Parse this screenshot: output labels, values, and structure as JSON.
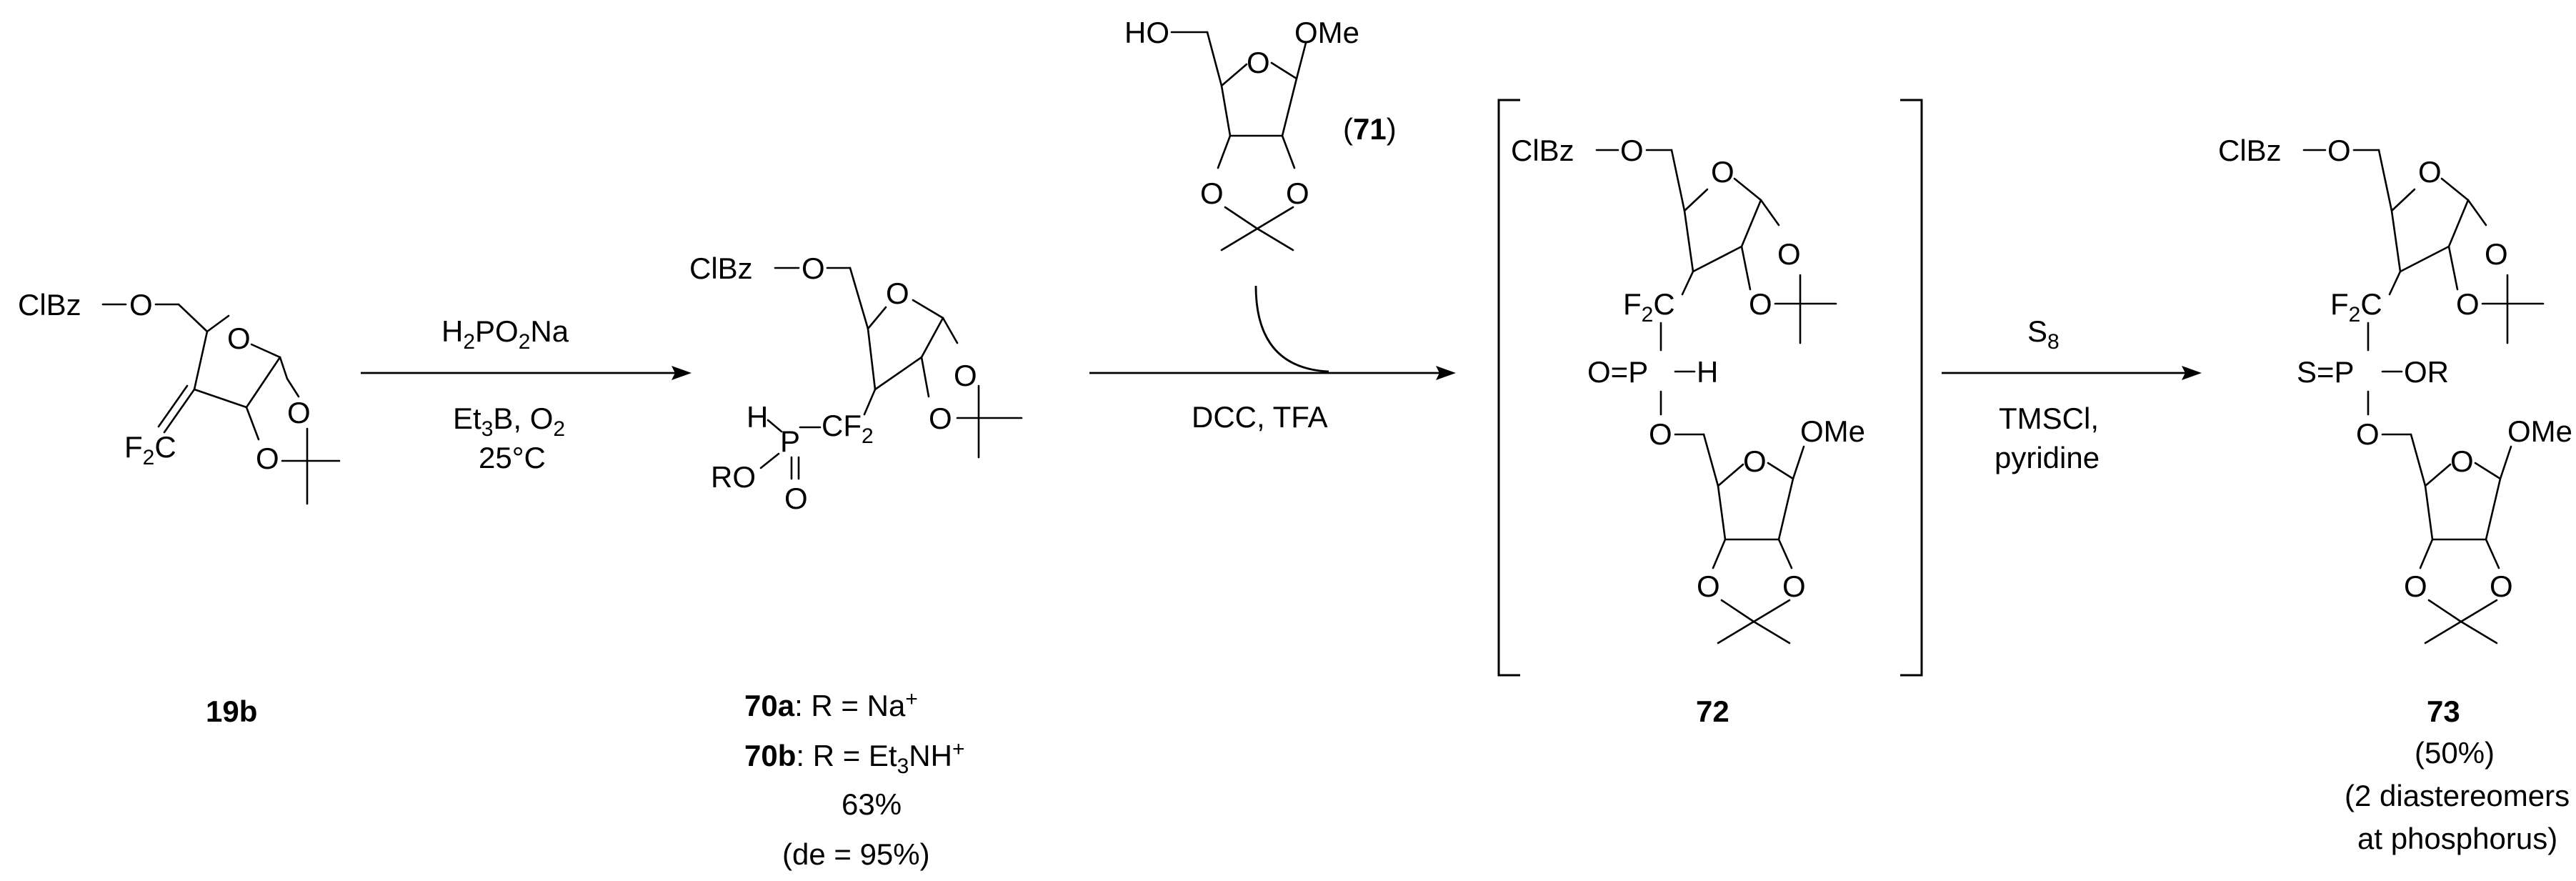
{
  "compounds": {
    "c19b": {
      "label": "19b"
    },
    "c70": {
      "label_a": "70a",
      "desc_a": ": R = Na",
      "sup_a": "+",
      "label_b": "70b",
      "desc_b_pre": ": R = Et",
      "desc_b_sub": "3",
      "desc_b_post": "NH",
      "sup_b": "+",
      "yield": "63%",
      "de": "(de = 95%)"
    },
    "c71": {
      "label_open": "(",
      "label": "71",
      "label_close": ")"
    },
    "c72": {
      "label": "72"
    },
    "c73": {
      "label": "73",
      "yield": "(50%)",
      "note1": "(2 diastereomers",
      "note2": "at phosphorus)"
    }
  },
  "steps": {
    "step1": {
      "r1_pre": "H",
      "r1_sub1": "2",
      "r1_mid": "PO",
      "r1_sub2": "2",
      "r1_post": "Na",
      "r2_pre": "Et",
      "r2_sub": "3",
      "r2_mid": "B, O",
      "r2_sub2": "2",
      "r3": "25°C"
    },
    "step2": {
      "reagents": "DCC, TFA"
    },
    "step3": {
      "r1_pre": "S",
      "r1_sub": "8",
      "r2": "TMSCl,",
      "r3": "pyridine"
    }
  },
  "atoms": {
    "clbz": "ClBz",
    "o": "O",
    "ome": "OMe",
    "ho": "HO",
    "f2c_pre": "F",
    "f2c_sub": "2",
    "f2c_post": "C",
    "h": "H",
    "p": "P",
    "ro": "RO",
    "cf2_pre": "CF",
    "cf2_sub": "2",
    "dbl_o_p": "O=P",
    "s_p": "S=P",
    "or": "OR"
  }
}
